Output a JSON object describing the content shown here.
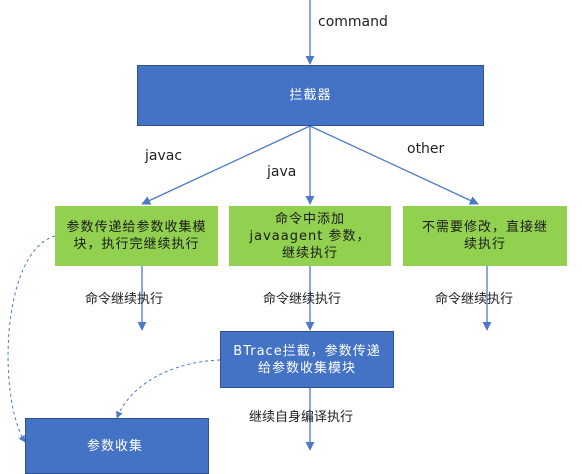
{
  "labels": {
    "command": "command",
    "javac": "javac",
    "java": "java",
    "other": "other",
    "continue_left": "命令继续执行",
    "continue_mid": "命令继续执行",
    "continue_right": "命令继续执行",
    "continue_self": "继续自身编译执行"
  },
  "nodes": {
    "interceptor": "拦截器",
    "javac_box": "参数传递给参数收集模块，执行完继续执行",
    "java_box": "命令中添加 javaagent 参数，继续执行",
    "other_box": "不需要修改，直接继续执行",
    "btrace_box": "BTrace拦截，参数传递给参数收集模块",
    "collector": "参数收集"
  },
  "colors": {
    "blue": "#4472c4",
    "green": "#92d050",
    "line": "#4a7ac8"
  }
}
